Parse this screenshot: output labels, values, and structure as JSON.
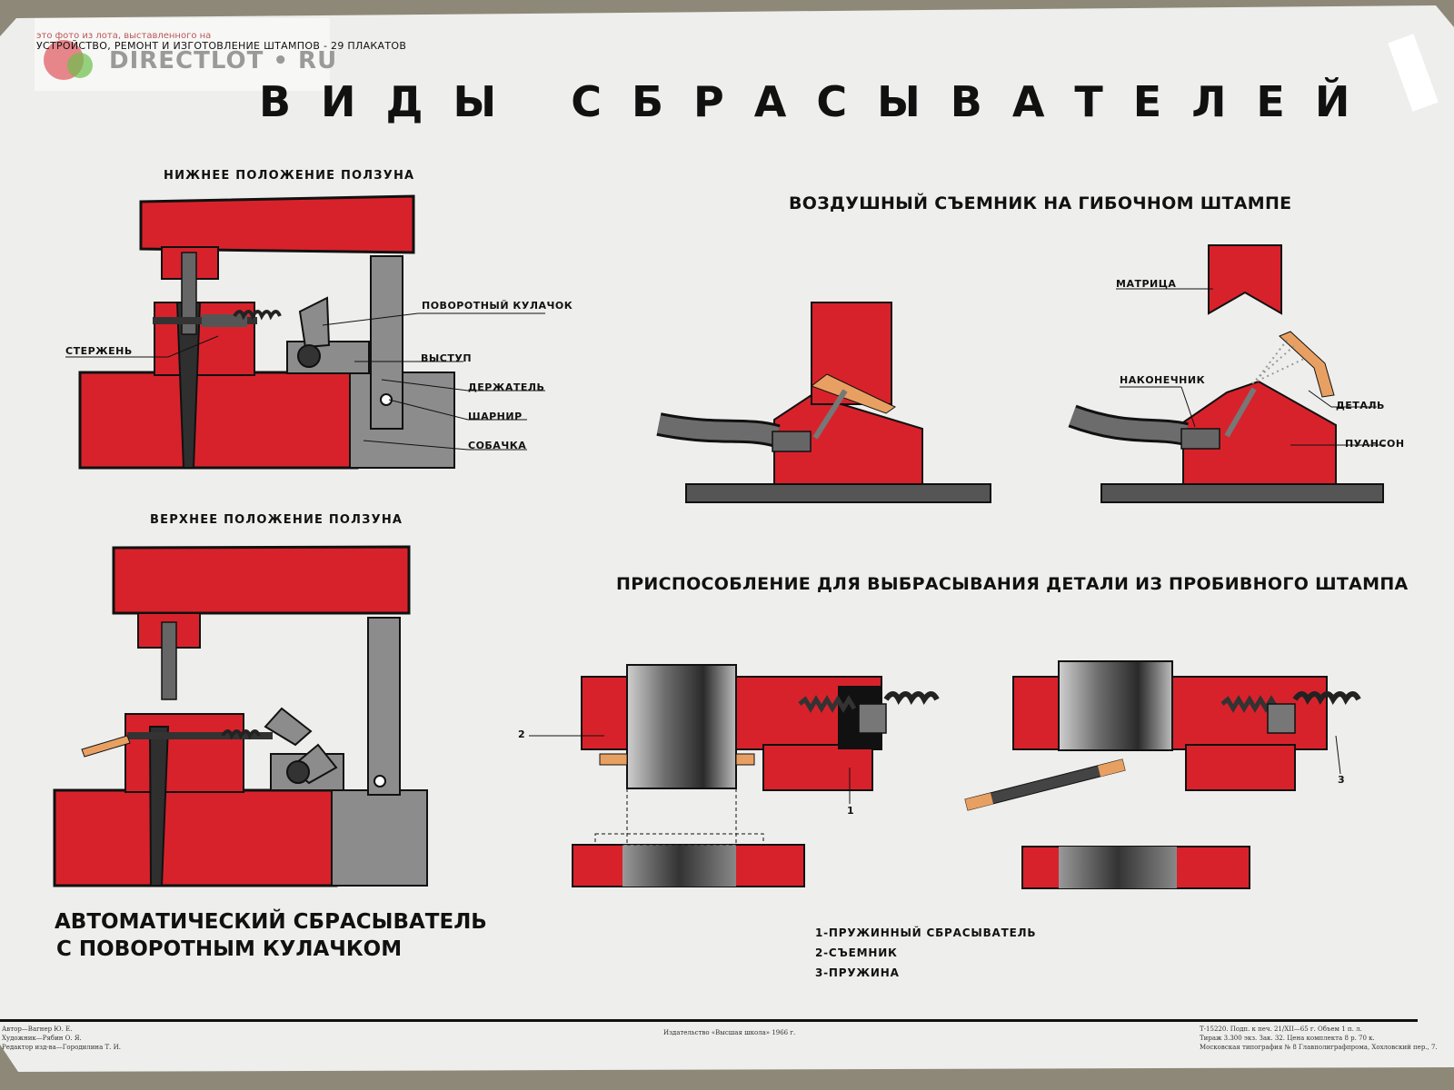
{
  "watermark": {
    "caption": "это фото из лота, выставленного на",
    "logo_text": "DIRECTLOT • RU"
  },
  "series_line": "УСТРОЙСТВО,  РЕМОНТ И ИЗГОТОВЛЕНИЕ  ШТАМПОВ  - 29 ПЛАКАТОВ",
  "title": "ВИДЫ  СБРАСЫВАТЕЛЕЙ",
  "left": {
    "lower_caption": "НИЖНЕЕ ПОЛОЖЕНИЕ ПОЛЗУНА",
    "upper_caption": "ВЕРХНЕЕ ПОЛОЖЕНИЕ ПОЛЗУНА",
    "labels": {
      "rod": "СТЕРЖЕНЬ",
      "cam": "ПОВОРОТНЫЙ КУЛАЧОК",
      "ledge": "ВЫСТУП",
      "holder": "ДЕРЖАТЕЛЬ",
      "hinge": "ШАРНИР",
      "pawl": "СОБАЧКА"
    },
    "bottom_title_1": "АВТОМАТИЧЕСКИЙ СБРАСЫВАТЕЛЬ",
    "bottom_title_2": "С ПОВОРОТНЫМ КУЛАЧКОМ"
  },
  "air": {
    "title": "ВОЗДУШНЫЙ СЪЕМНИК НА ГИБОЧНОМ ШТАМПЕ",
    "labels": {
      "matrix": "МАТРИЦА",
      "nozzle": "НАКОНЕЧНИК",
      "part": "ДЕТАЛЬ",
      "punch": "ПУАНСОН"
    }
  },
  "punch_device": {
    "title": "ПРИСПОСОБЛЕНИЕ ДЛЯ ВЫБРАСЫВАНИЯ ДЕТАЛИ ИЗ ПРОБИВНОГО ШТАМПА",
    "callouts": {
      "n1": "1",
      "n2": "2",
      "n3": "3"
    },
    "legend": [
      "1-ПРУЖИННЫЙ СБРАСЫВАТЕЛЬ",
      "2-СЪЕМНИК",
      "3-ПРУЖИНА"
    ]
  },
  "credits": {
    "left": [
      "Автор—Вагнер Ю. Е.",
      "Художник—Рябин О. Я.",
      "Редактор изд-ва—Городилина Т. И."
    ],
    "center": "Издательство «Высшая школа» 1966 г.",
    "right": [
      "Т-15220.        Подп. к печ. 21/XII—65 г.        Объем 1 п. л.",
      "Тираж 3.300 экз.     Зак. 32.     Цена комплекта 8 р. 70 к.",
      "Московская типография № 8 Главполиграфпрома, Хохловский пер., 7."
    ]
  },
  "colors": {
    "red": "#d8222b",
    "gray": "#8c8c8c",
    "dark": "#2f2f2f",
    "paper": "#ececea",
    "orange": "#e8a062"
  }
}
